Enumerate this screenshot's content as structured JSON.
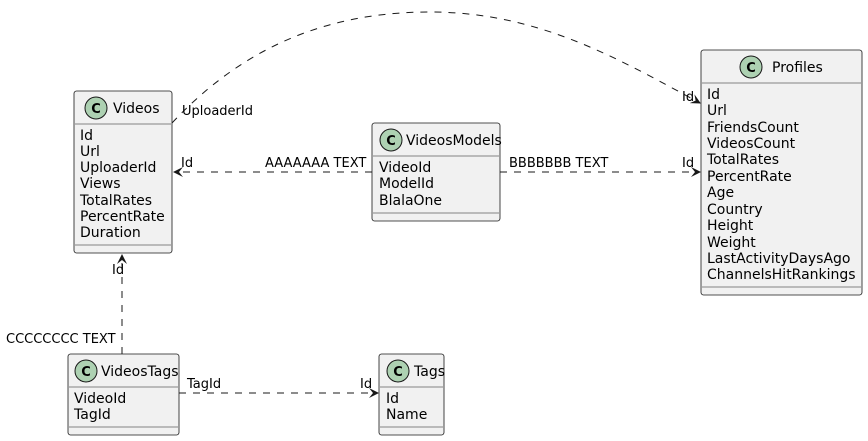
{
  "classes": {
    "videos": {
      "name": "Videos",
      "stereotype": "C",
      "attributes": [
        "Id",
        "Url",
        "UploaderId",
        "Views",
        "TotalRates",
        "PercentRate",
        "Duration"
      ]
    },
    "profiles": {
      "name": "Profiles",
      "stereotype": "C",
      "attributes": [
        "Id",
        "Url",
        "FriendsCount",
        "VideosCount",
        "TotalRates",
        "PercentRate",
        "Age",
        "Country",
        "Height",
        "Weight",
        "LastActivityDaysAgo",
        "ChannelsHitRankings"
      ]
    },
    "videos_models": {
      "name": "VideosModels",
      "stereotype": "C",
      "attributes": [
        "VideoId",
        "ModelId",
        "BlalaOne"
      ]
    },
    "videos_tags": {
      "name": "VideosTags",
      "stereotype": "C",
      "attributes": [
        "VideoId",
        "TagId"
      ]
    },
    "tags": {
      "name": "Tags",
      "stereotype": "C",
      "attributes": [
        "Id",
        "Name"
      ]
    }
  },
  "relations": {
    "videos_profiles": {
      "from_label": "UploaderId",
      "to_label": "Id"
    },
    "models_videos": {
      "from_label": "AAAAAAA TEXT",
      "to_label": "Id"
    },
    "models_profiles": {
      "from_label": "BBBBBBB TEXT",
      "to_label": "Id"
    },
    "tags_videos": {
      "from_label": "CCCCCCCC TEXT",
      "to_label": "Id"
    },
    "tags_tags": {
      "from_label": "TagId",
      "to_label": "Id"
    }
  },
  "colors": {
    "class_fill": "#F1F1F1",
    "class_border": "#181818",
    "badge_fill": "#ADD1B2",
    "badge_border": "#181818",
    "edge": "#181818"
  }
}
